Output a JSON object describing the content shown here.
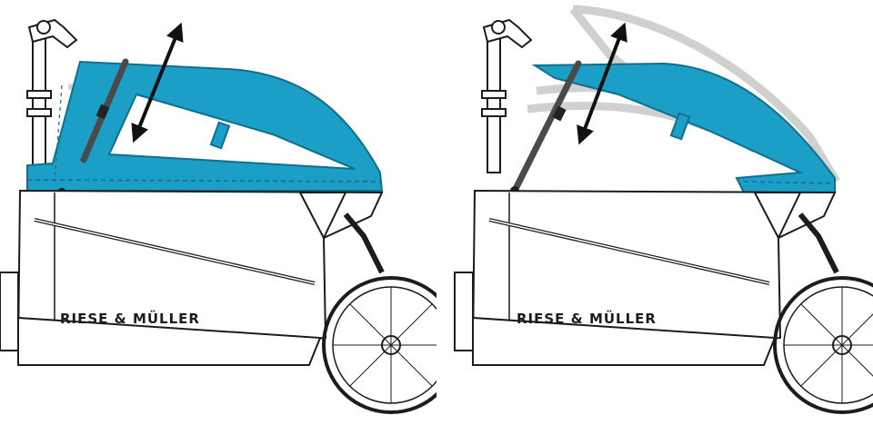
{
  "panels": [
    {
      "id": "left",
      "state": "closed",
      "brand": "RIESE & MÜLLER"
    },
    {
      "id": "right",
      "state": "folding",
      "brand": "RIESE & MÜLLER"
    }
  ],
  "colors": {
    "canopy": "#1b9fc6",
    "canopy_dark": "#0f6f8c",
    "outline": "#1c1c1c",
    "ghost": "#c8c8c8",
    "strap": "#4a4a4a",
    "arrow": "#111111"
  }
}
